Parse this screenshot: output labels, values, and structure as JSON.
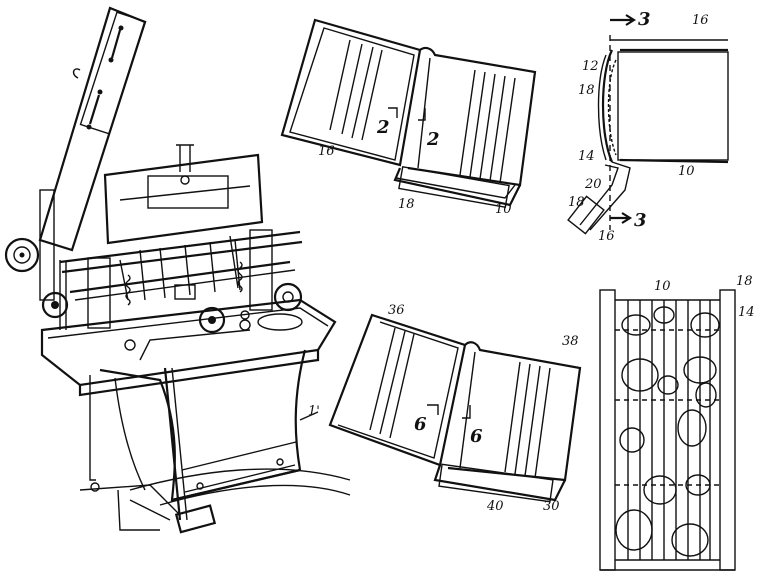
{
  "figures": {
    "machine": {
      "labels": {
        "frame": "1'"
      }
    },
    "book_fig2": {
      "labels": {
        "cover": "16",
        "strip": "18",
        "block": "10",
        "section_left": "2",
        "section_right": "2"
      }
    },
    "section_fig3": {
      "labels": {
        "top_section": "3",
        "cover_top": "16",
        "part_12": "12",
        "strip_18": "18",
        "part_14": "14",
        "block_10": "10",
        "part_20": "20",
        "strip_18b": "18",
        "cover_16b": "16",
        "bottom_section": "3"
      }
    },
    "book_fig5": {
      "labels": {
        "cover_left": "36",
        "cover_right": "38",
        "section_left": "6",
        "section_right": "6",
        "block": "40",
        "spine": "30"
      }
    },
    "mesh_detail": {
      "labels": {
        "block": "10",
        "strip": "18",
        "mesh": "14"
      }
    }
  }
}
